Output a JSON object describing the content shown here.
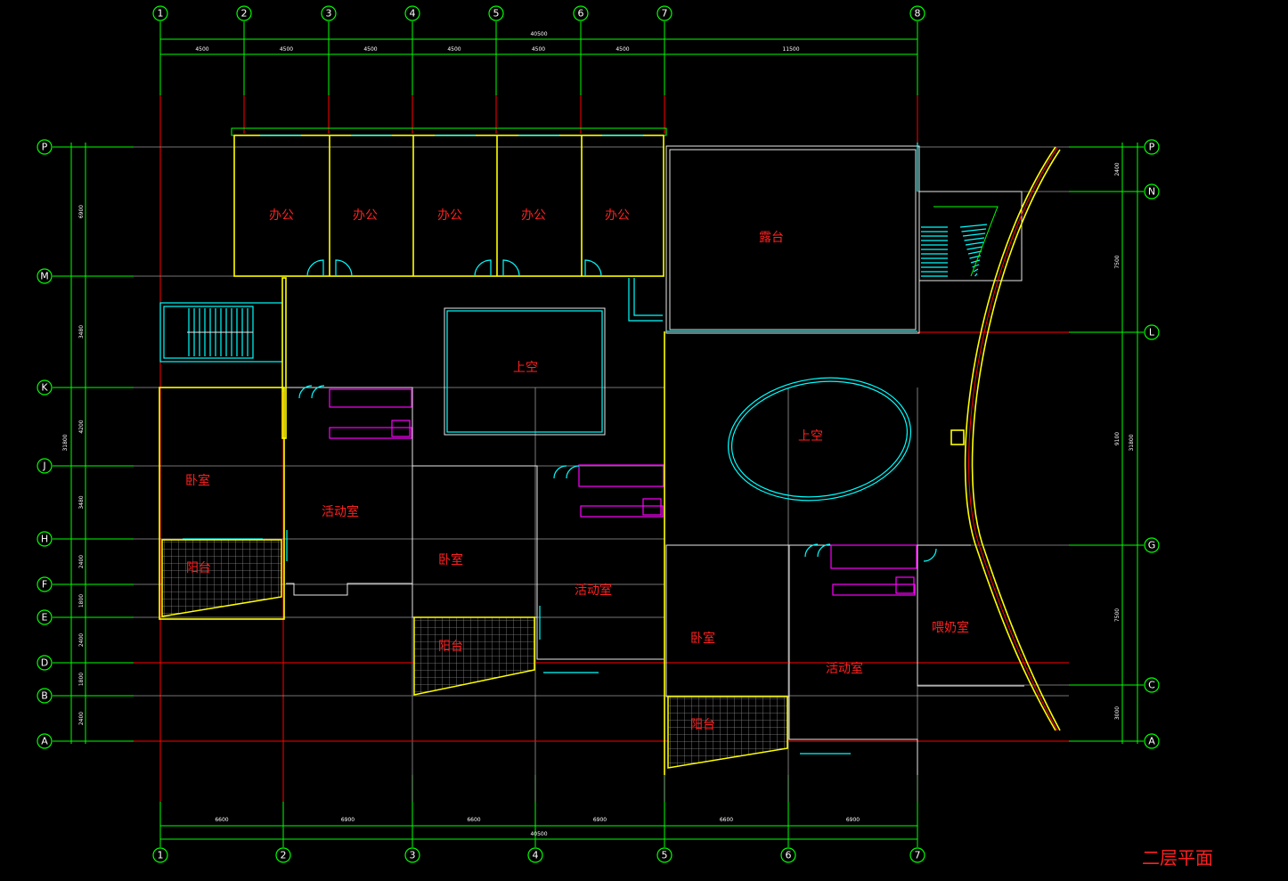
{
  "drawing": {
    "title": "二层平面",
    "colors": {
      "background": "#000000",
      "axis": "#ff0000",
      "grid": "#00ff00",
      "wall": "#ffff00",
      "window": "#00ffff",
      "fixture": "#ff00ff",
      "text": "#ff2020"
    }
  },
  "axes": {
    "top": [
      "1",
      "2",
      "3",
      "4",
      "5",
      "6",
      "7",
      "8"
    ],
    "bottom": [
      "1",
      "2",
      "3",
      "4",
      "5",
      "6",
      "7"
    ],
    "left": [
      "P",
      "M",
      "K",
      "J",
      "H",
      "F",
      "E",
      "D",
      "B",
      "A"
    ],
    "right": [
      "P",
      "N",
      "L",
      "G",
      "C",
      "A"
    ]
  },
  "dimensions": {
    "top_total": "40500",
    "top": [
      "4500",
      "4500",
      "4500",
      "4500",
      "4500",
      "4500",
      "11500"
    ],
    "bottom_total": "40500",
    "bottom": [
      "6600",
      "6900",
      "6600",
      "6900",
      "6600",
      "6900"
    ],
    "left_total": "31800",
    "left": [
      "6900",
      "3480",
      "4200",
      "3480",
      "2400",
      "1800",
      "2400",
      "1800",
      "2400"
    ],
    "right_total": "31800",
    "right": [
      "2400",
      "7500",
      "9100",
      "7500",
      "3000"
    ]
  },
  "rooms": {
    "office": "办公",
    "terrace": "露台",
    "void": "上空",
    "bedroom": "卧室",
    "activity": "活动室",
    "balcony": "阳台",
    "nursing": "喂奶室"
  }
}
